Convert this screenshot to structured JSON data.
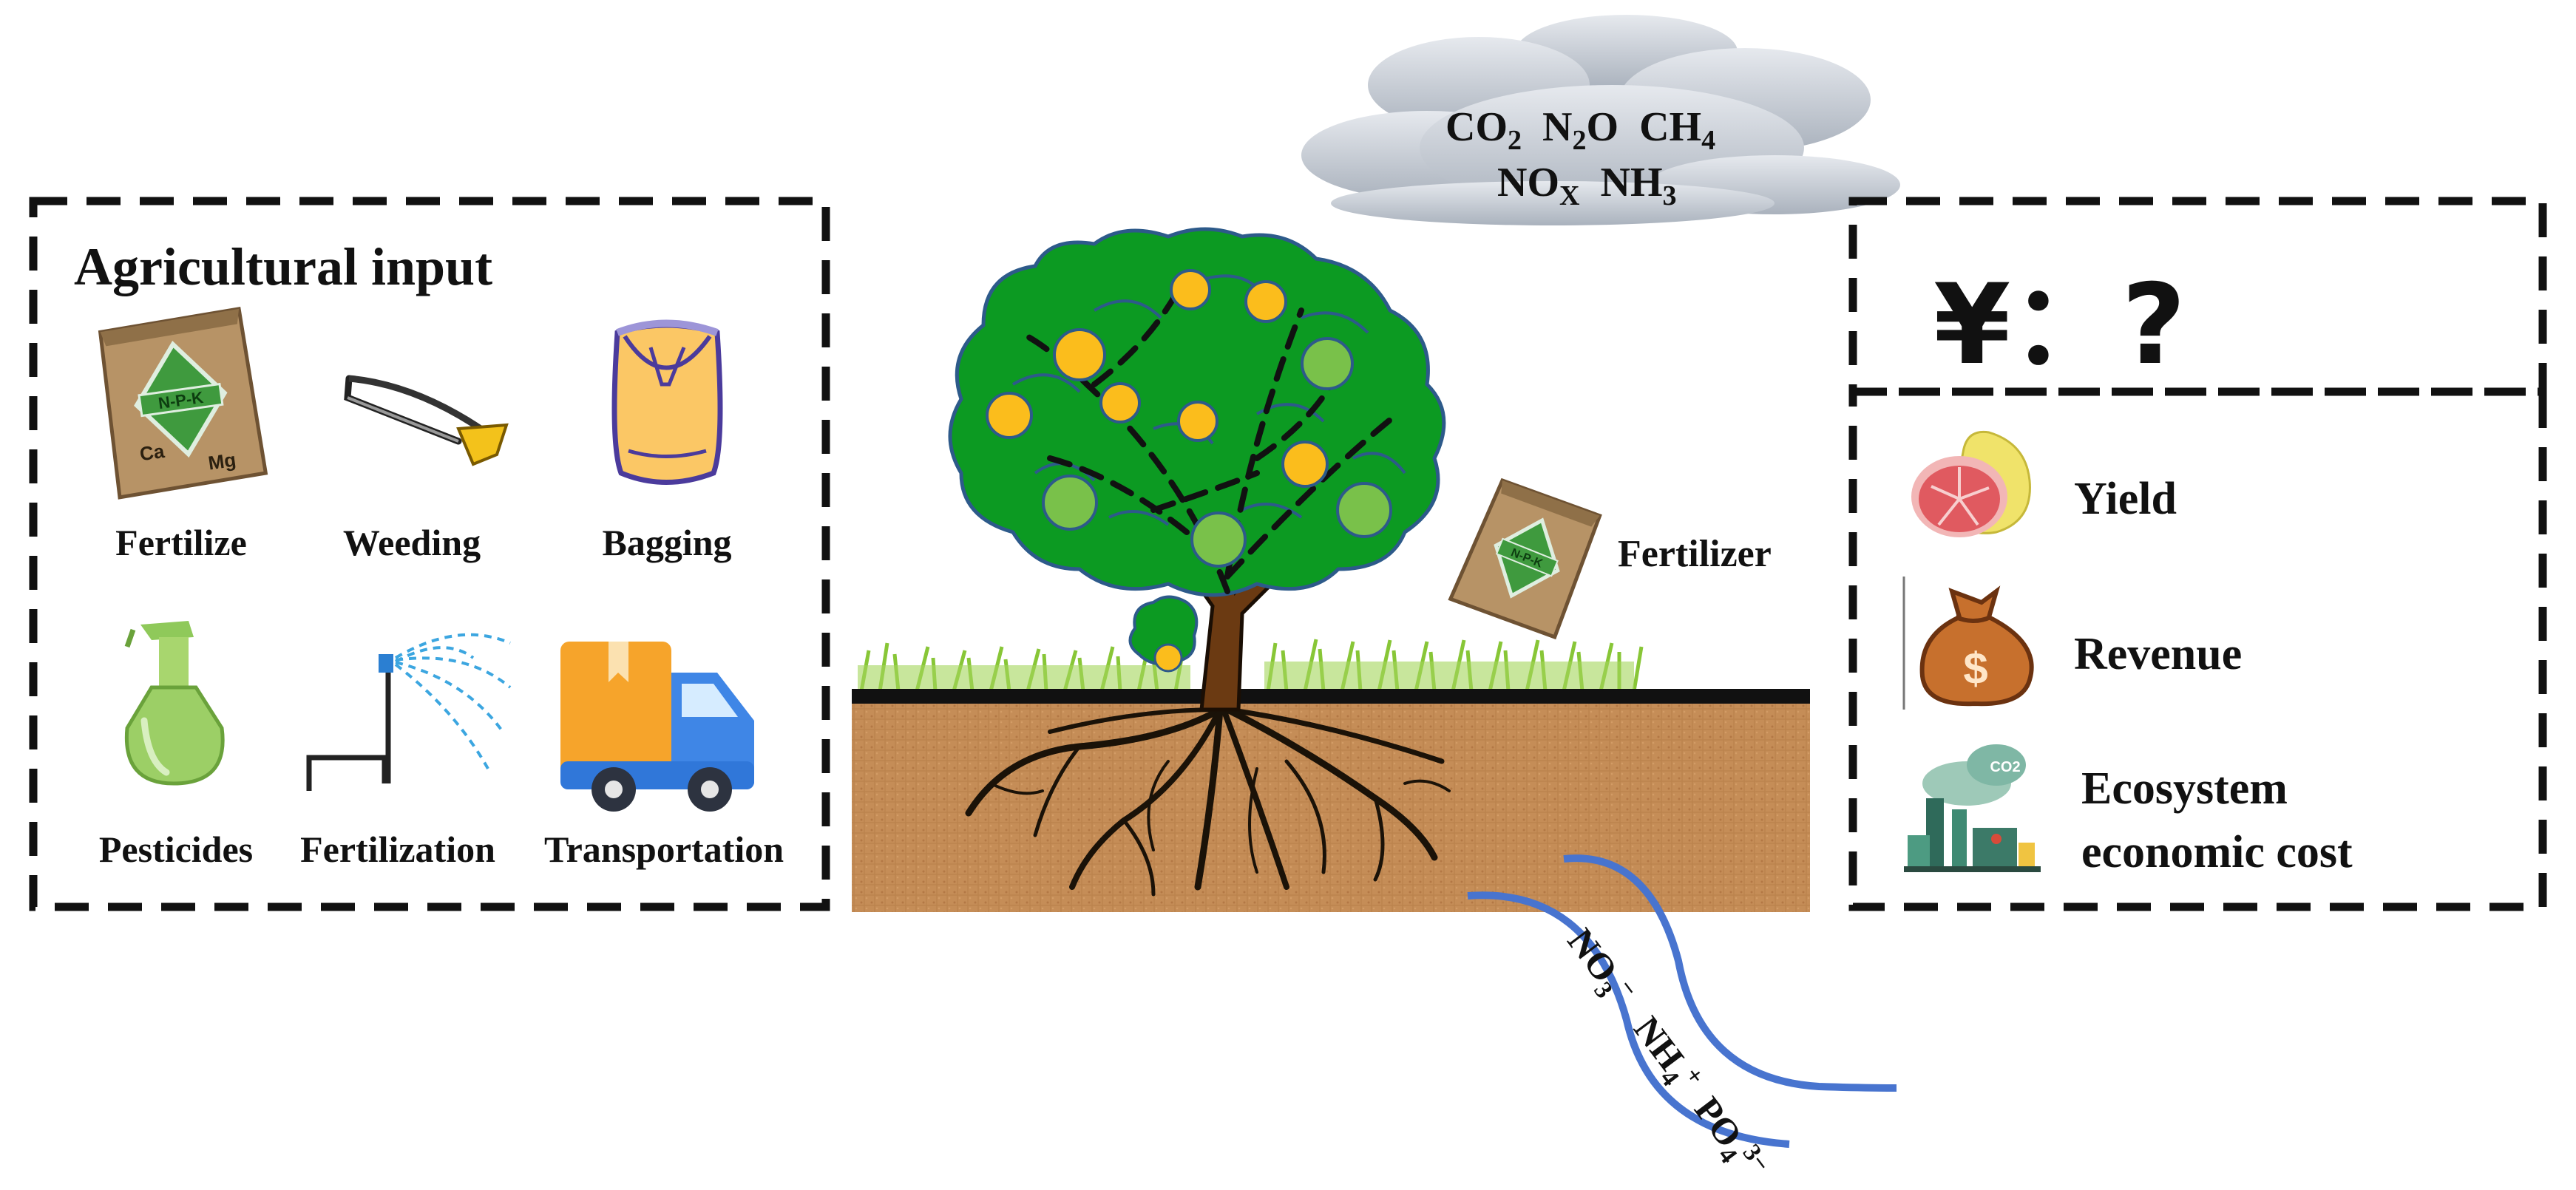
{
  "left_panel": {
    "title": "Agricultural input",
    "items": [
      {
        "label": "Fertilize",
        "icon": "fertilizer-bag-icon"
      },
      {
        "label": "Weeding",
        "icon": "hacksaw-icon"
      },
      {
        "label": "Bagging",
        "icon": "fruit-bag-icon"
      },
      {
        "label": "Pesticides",
        "icon": "spray-bottle-icon"
      },
      {
        "label": "Fertilization",
        "icon": "sprinkler-icon"
      },
      {
        "label": "Transportation",
        "icon": "truck-icon"
      }
    ],
    "bag_text": {
      "npk": "N-P-K",
      "ca": "Ca",
      "mg": "Mg"
    }
  },
  "cloud": {
    "line1": {
      "co": "CO",
      "co_sub": "2",
      "n": "N",
      "n_sub": "2",
      "o": "O",
      "ch": "CH",
      "ch_sub": "4"
    },
    "line2": {
      "no": "NO",
      "no_sub": "X",
      "nh": "NH",
      "nh_sub": "3"
    }
  },
  "center": {
    "fertilizer_label": "Fertilizer",
    "fertilizer_bag_text": "N-P-K",
    "runoff": {
      "no": "NO",
      "no_sub": "3",
      "no_sup": "−",
      "nh": "NH",
      "nh_sub": "4",
      "nh_sup": "+",
      "po": "PO",
      "po_sub": "4",
      "po_sup": "3−"
    }
  },
  "right_panel": {
    "cost_symbol": "¥",
    "cost_sep": "：",
    "cost_value": "?",
    "items": [
      {
        "label": "Yield",
        "icon": "pomelo-icon"
      },
      {
        "label": "Revenue",
        "icon": "money-bag-icon"
      },
      {
        "label_line1": "Ecosystem",
        "label_line2": "economic cost",
        "icon": "factory-pollution-icon"
      }
    ],
    "money_symbol": "$",
    "factory_co2": "CO2"
  },
  "colors": {
    "box_border": "#111111",
    "foliage": "#0c9a22",
    "leaf_outline": "#2d5a8a",
    "orange_fruit": "#fbbd1c",
    "green_fruit": "#79c14a",
    "trunk": "#6b3a12",
    "soil": "#c58d57",
    "grass": "#88c637",
    "water_line": "#4874cf",
    "cloud": "#c4cad3",
    "fertilizer_bag": "#b79366"
  }
}
